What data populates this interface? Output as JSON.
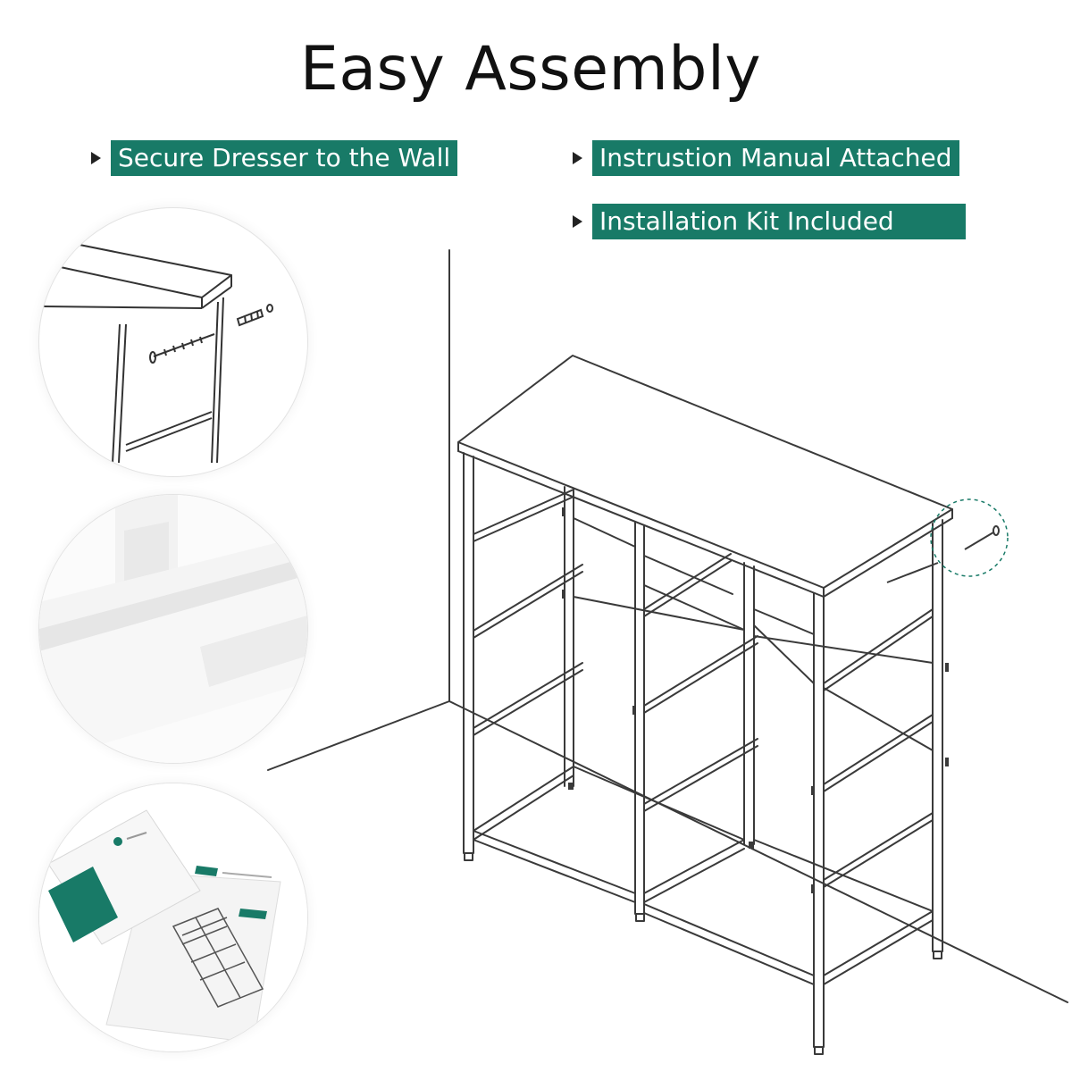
{
  "title": "Easy Assembly",
  "features": [
    {
      "label": "Secure Dresser to the Wall"
    },
    {
      "label": "Instrustion Manual Attached"
    },
    {
      "label": "Installation Kit Included"
    }
  ],
  "colors": {
    "badge_green": "#187a67",
    "line": "#3a3a3a",
    "page_bg": "#ffffff"
  },
  "icons": [
    "play-arrow-icon",
    "screw-icon",
    "wall-anchor-icon",
    "manual-icon"
  ]
}
